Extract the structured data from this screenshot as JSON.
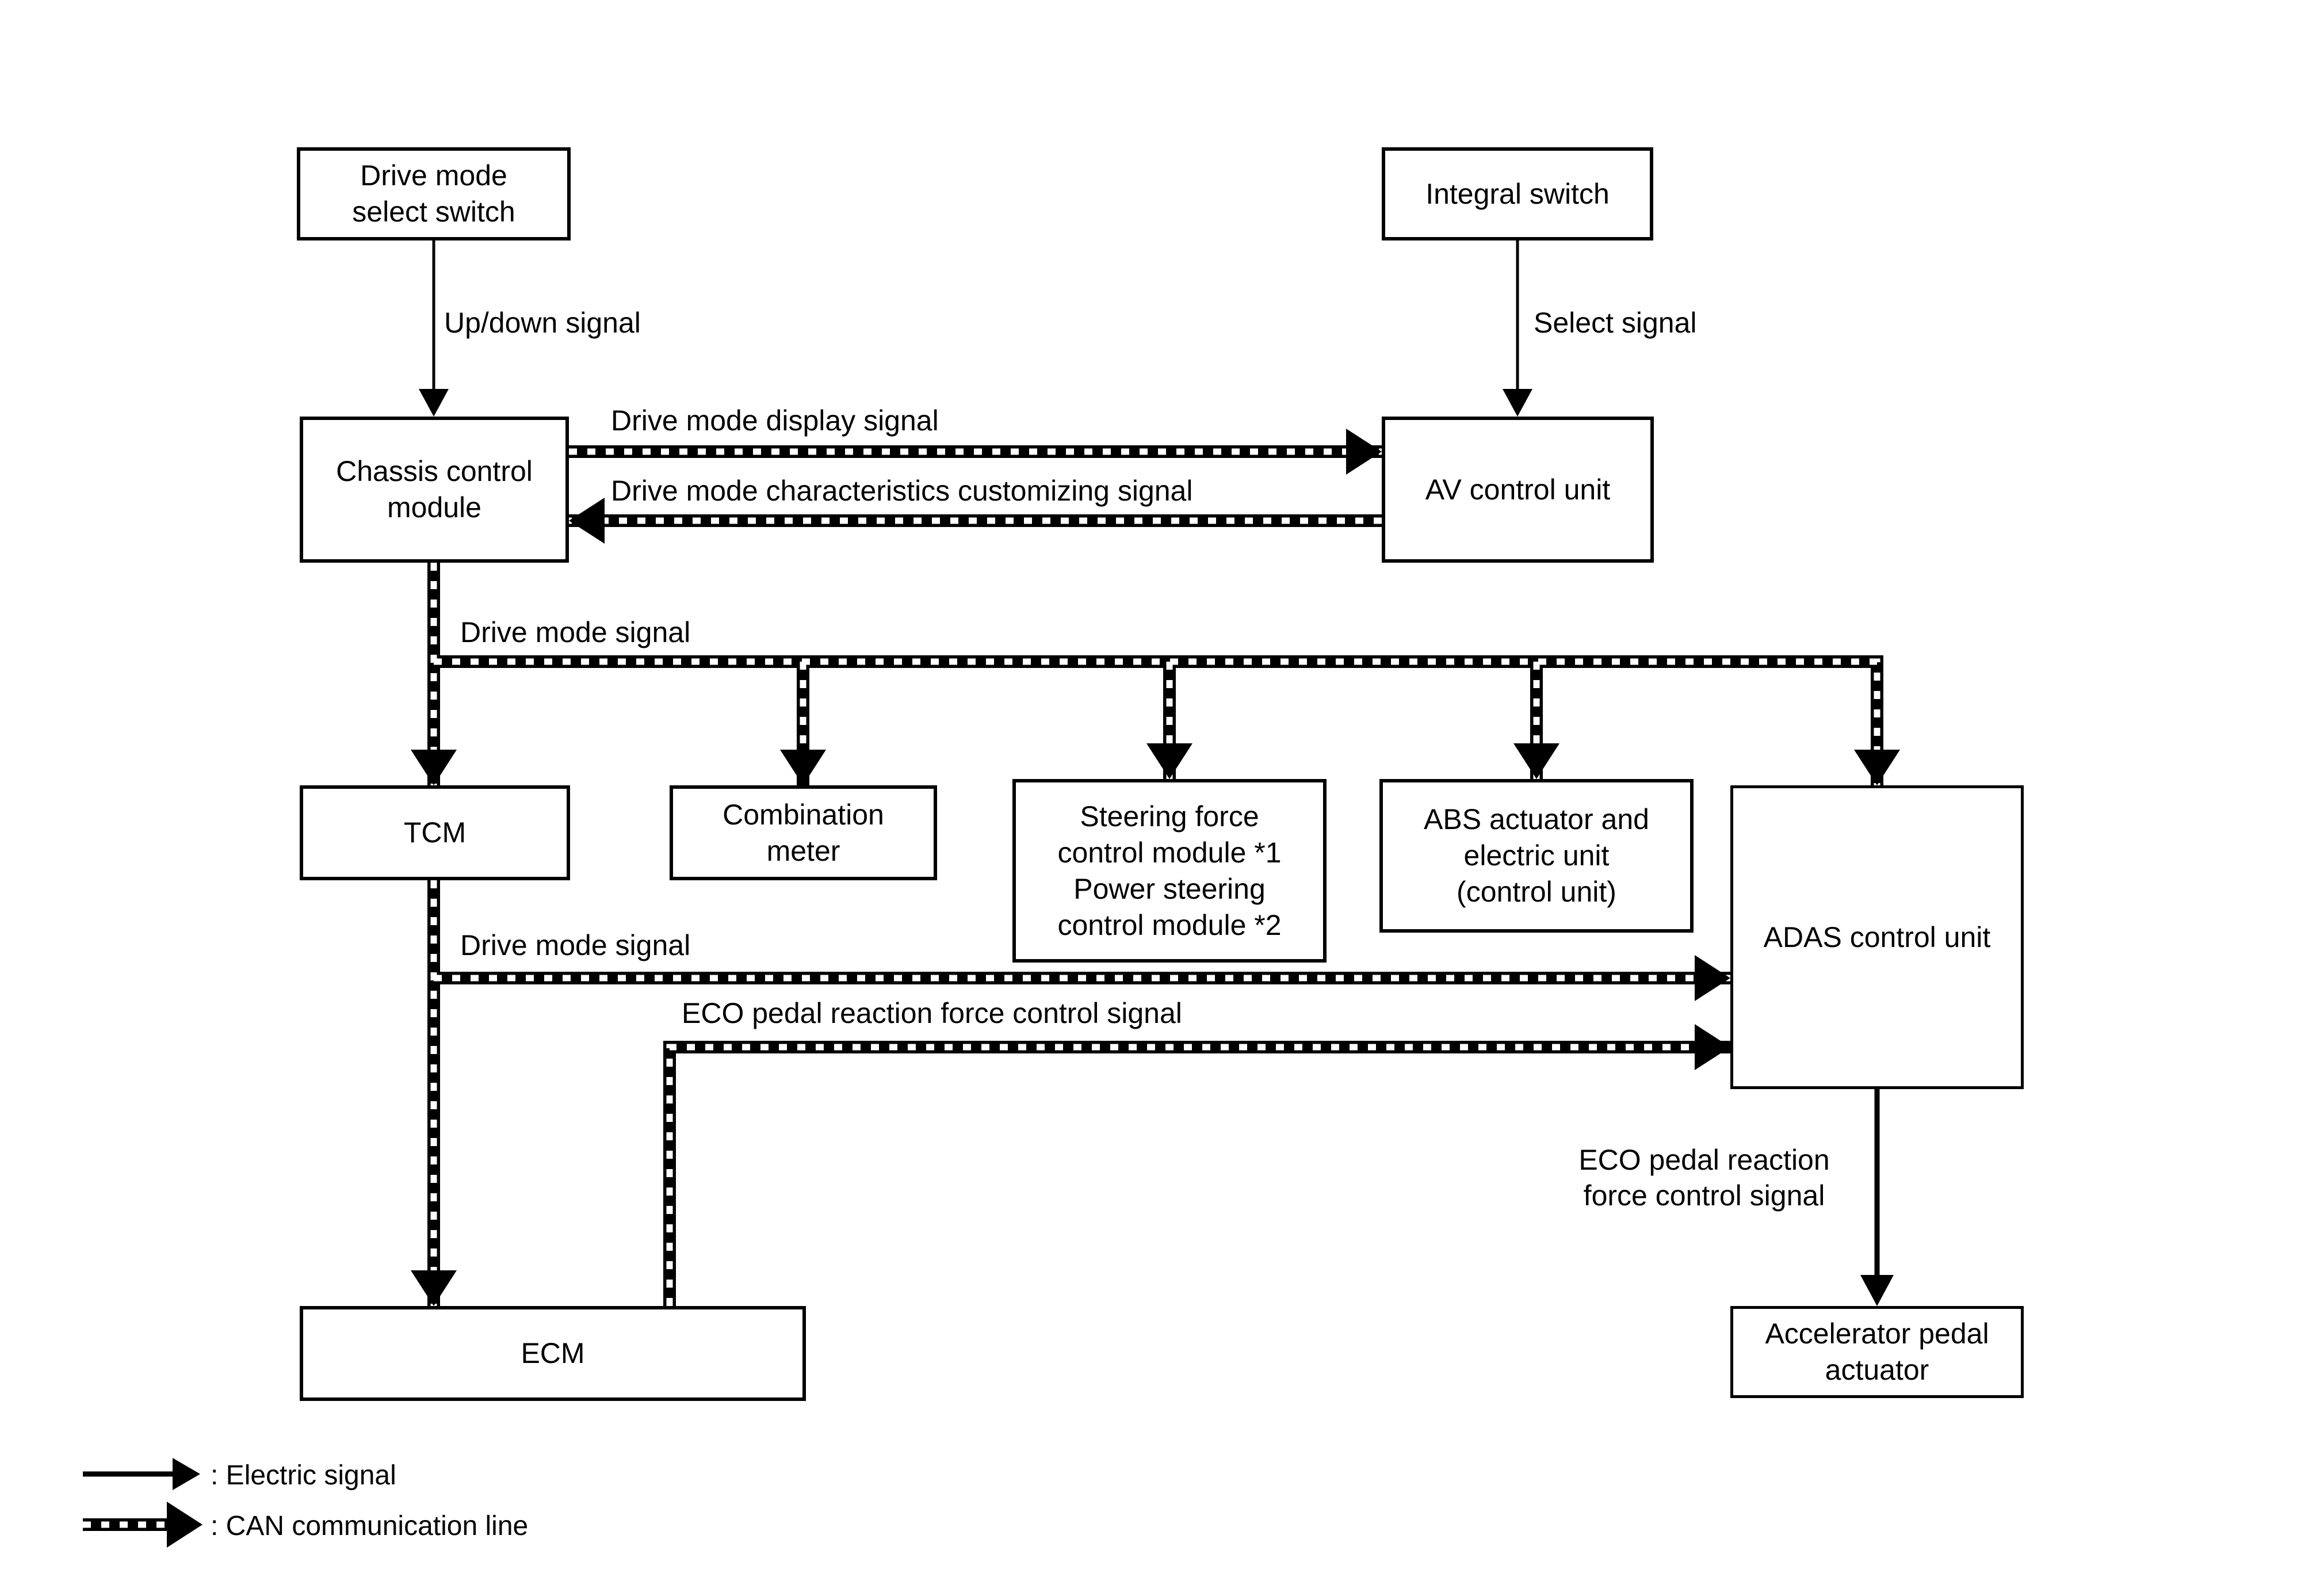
{
  "boxes": {
    "drive_mode_select_switch": {
      "label": "Drive mode\nselect switch"
    },
    "integral_switch": {
      "label": "Integral switch"
    },
    "chassis_control_module": {
      "label": "Chassis control\nmodule"
    },
    "av_control_unit": {
      "label": "AV control unit"
    },
    "tcm": {
      "label": "TCM"
    },
    "combination_meter": {
      "label": "Combination\nmeter"
    },
    "steering_power_module": {
      "label": "Steering force\ncontrol module *1\nPower steering\ncontrol module *2"
    },
    "abs_actuator": {
      "label": "ABS actuator and\nelectric unit\n(control unit)"
    },
    "adas_control_unit": {
      "label": "ADAS control unit"
    },
    "ecm": {
      "label": "ECM"
    },
    "accelerator_pedal_actuator": {
      "label": "Accelerator pedal\nactuator"
    }
  },
  "signals": {
    "up_down": "Up/down signal",
    "select": "Select signal",
    "drive_mode_display": "Drive mode display signal",
    "drive_mode_customizing": "Drive mode characteristics customizing signal",
    "drive_mode_bus": "Drive mode signal",
    "drive_mode_tcm_to_adas": "Drive mode signal",
    "eco_pedal_to_adas": "ECO pedal reaction force control signal",
    "eco_pedal_to_actuator": "ECO pedal reaction\nforce control signal"
  },
  "legend": {
    "electric": ": Electric signal",
    "can": ": CAN communication line"
  },
  "colors": {
    "line": "#000000",
    "background": "#ffffff"
  }
}
